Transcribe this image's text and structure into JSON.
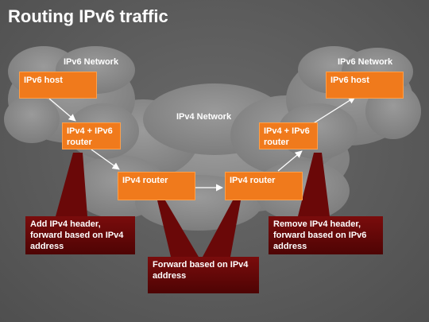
{
  "title": "Routing IPv6 traffic",
  "networks": {
    "left": "IPv6 Network",
    "middle": "IPv4 Network",
    "right": "IPv6 Network"
  },
  "nodes": {
    "left_host": "IPv6 host",
    "left_router": "IPv4 + IPv6\nrouter",
    "ipv4_router_a": "IPv4 router",
    "ipv4_router_b": "IPv4 router",
    "right_router": "IPv4 + IPv6\nrouter",
    "right_host": "IPv6 host"
  },
  "notes": {
    "add": "Add IPv4 header, forward based on IPv4 address",
    "forward": "Forward based on IPv4 address",
    "remove": "Remove IPv4 header, forward based on IPv6 address"
  },
  "colors": {
    "node_fill": "#f07a1c",
    "note_fill": "#6a0808",
    "cloud": "#8c8c8c",
    "background": "#5e5e5e"
  }
}
